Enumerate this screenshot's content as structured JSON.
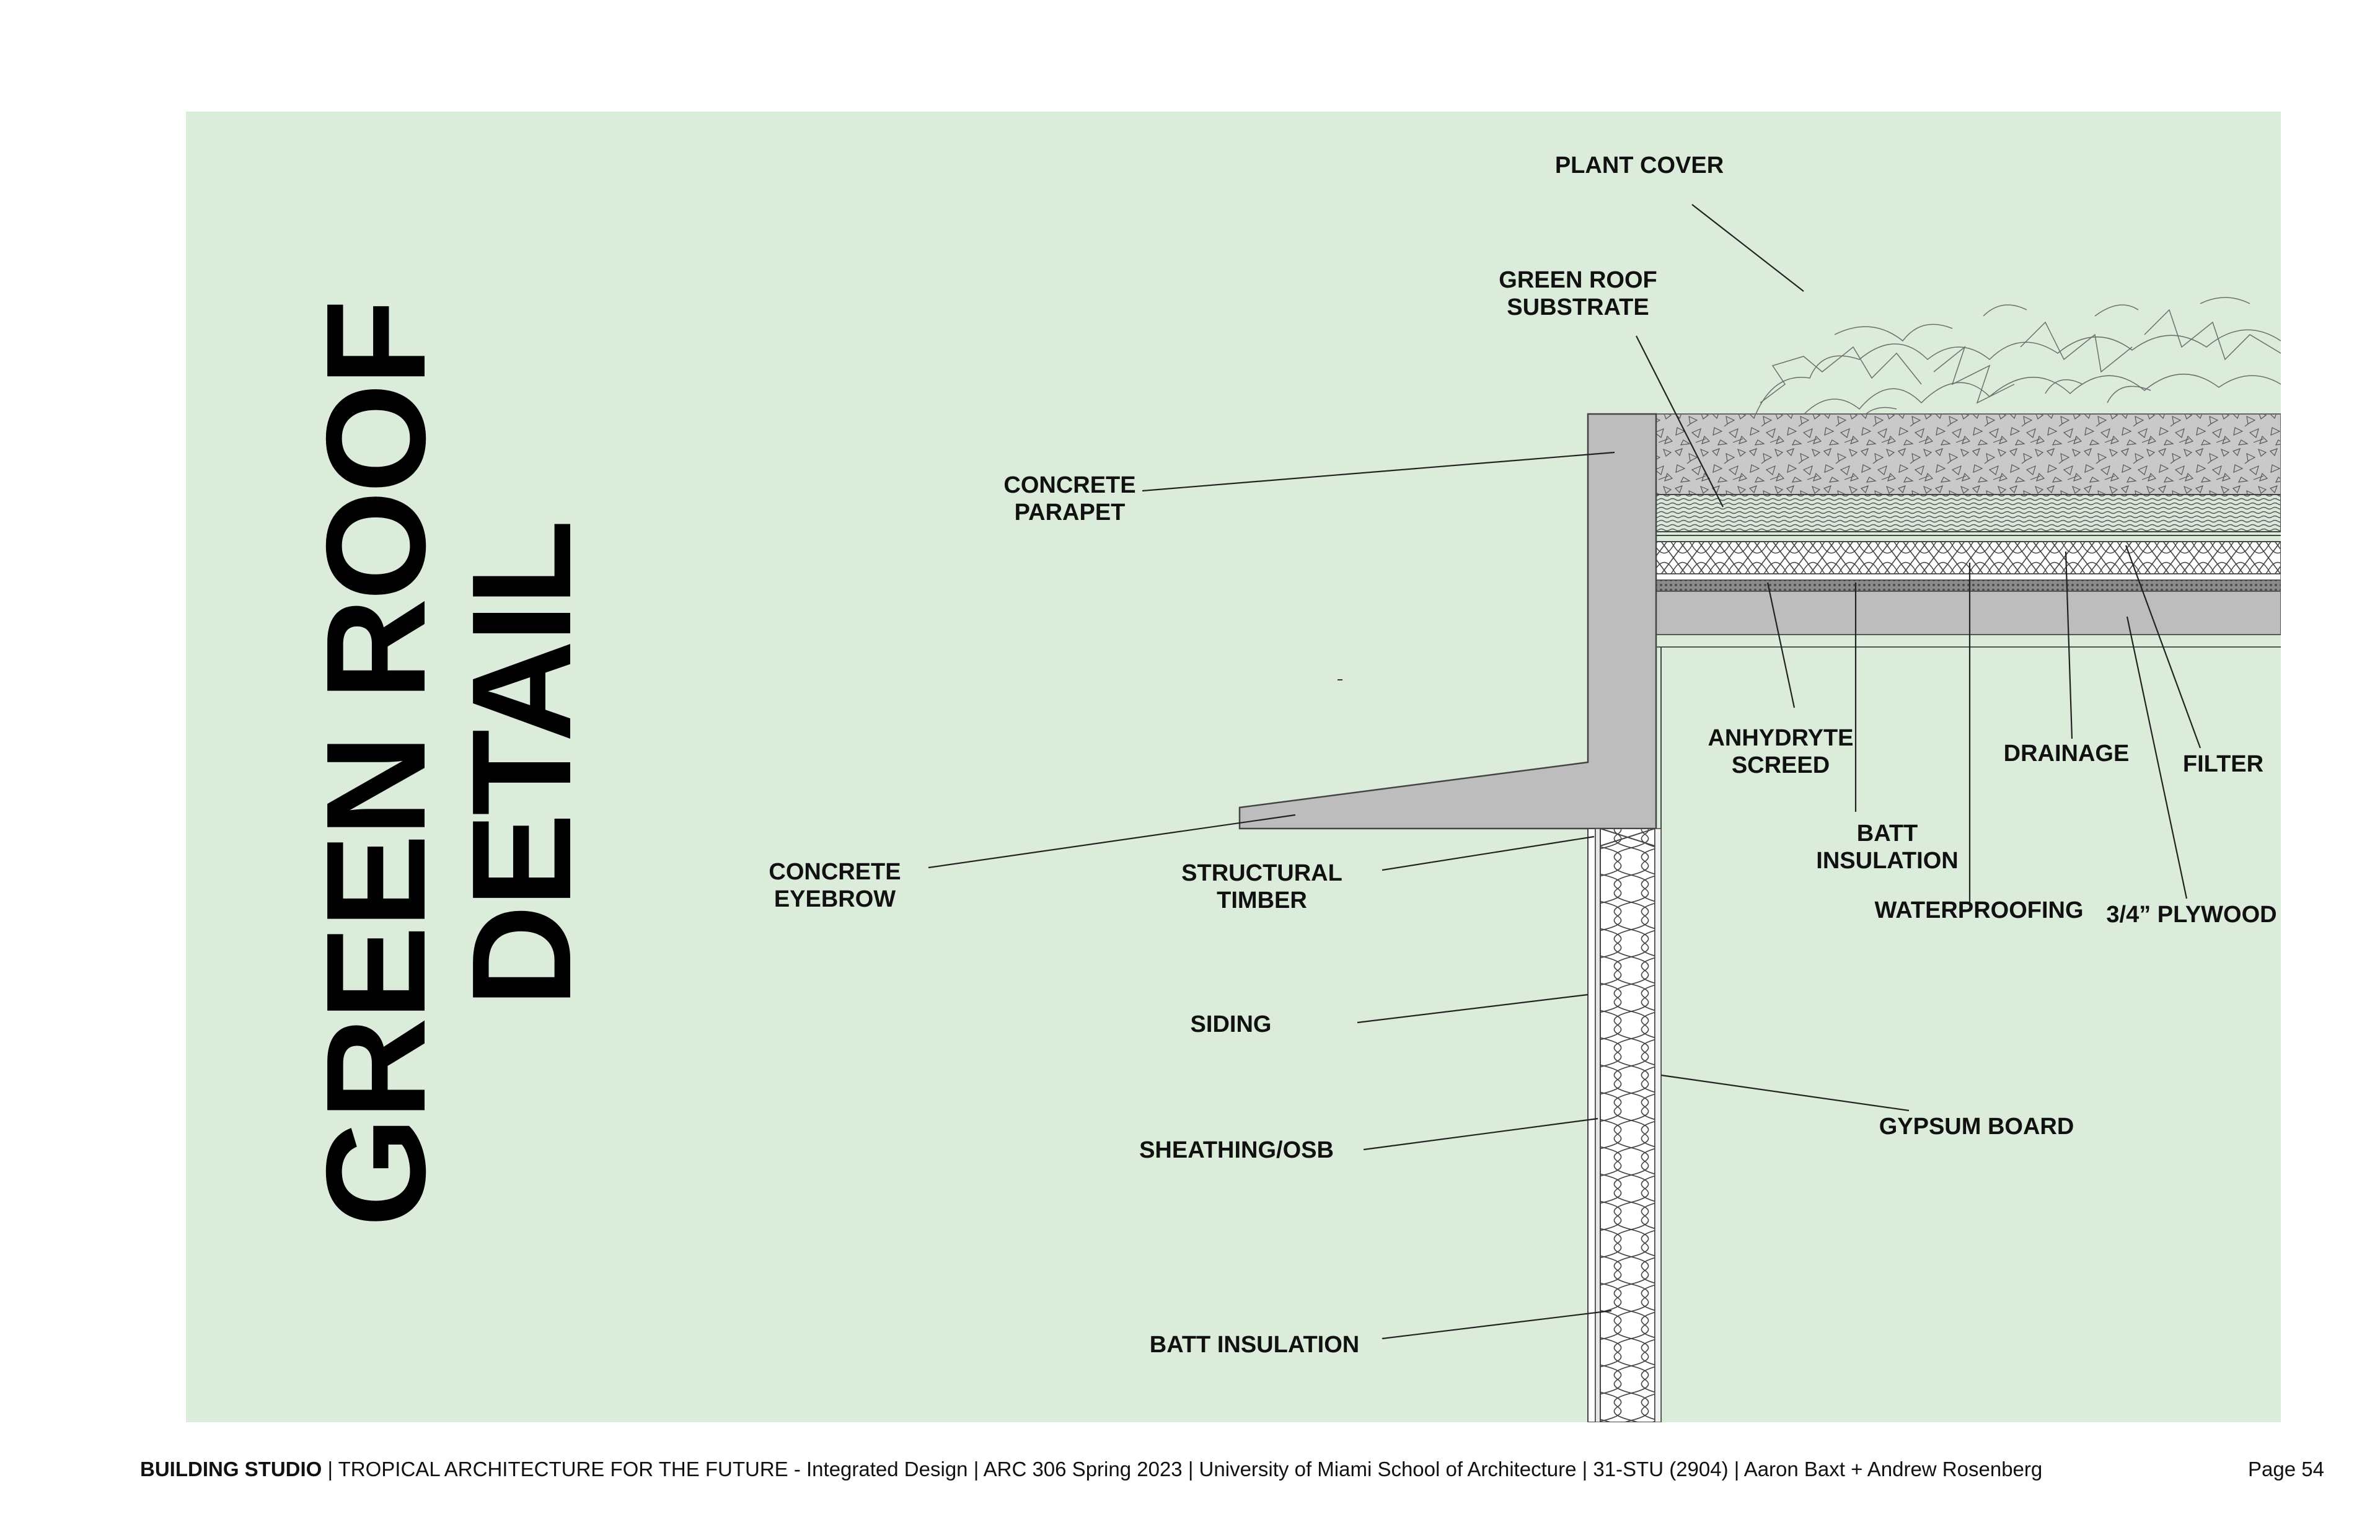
{
  "title": {
    "line1": "GREEN ROOF",
    "line2": "DETAIL"
  },
  "labels": {
    "plant_cover": "PLANT COVER",
    "substrate_1": "GREEN ROOF",
    "substrate_2": "SUBSTRATE",
    "parapet_1": "CONCRETE",
    "parapet_2": "PARAPET",
    "screed_1": "ANHYDRYTE",
    "screed_2": "SCREED",
    "drainage": "DRAINAGE",
    "filter": "FILTER",
    "roof_batt_1": "BATT",
    "roof_batt_2": "INSULATION",
    "waterproofing": "WATERPROOFING",
    "plywood": "3/4” PLYWOOD",
    "eyebrow_1": "CONCRETE",
    "eyebrow_2": "EYEBROW",
    "timber_1": "STRUCTURAL",
    "timber_2": "TIMBER",
    "siding": "SIDING",
    "sheathing": "SHEATHING/OSB",
    "gypsum": "GYPSUM BOARD",
    "wall_batt": "BATT INSULATION"
  },
  "footer": {
    "studio": "BUILDING STUDIO",
    "details": " | TROPICAL ARCHITECTURE FOR THE FUTURE - Integrated Design | ARC 306 Spring 2023 | University of Miami School of Architecture | 31-STU (2904) | Aaron Baxt + Andrew Rosenberg",
    "page": "Page 54"
  },
  "colors": {
    "panel_background": "#dbecdb",
    "concrete": "#bdbdbd",
    "linework": "#333333"
  }
}
